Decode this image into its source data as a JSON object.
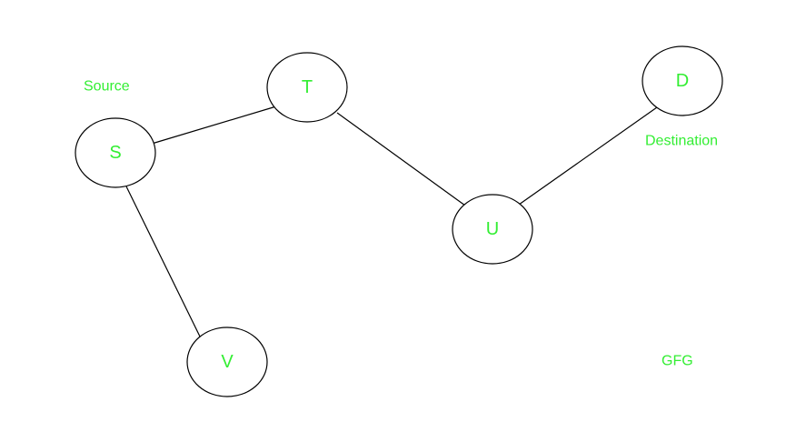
{
  "colors": {
    "label": "#33ee33",
    "stroke": "#000000",
    "background": "#ffffff"
  },
  "nodes": {
    "S": "S",
    "T": "T",
    "U": "U",
    "D": "D",
    "V": "V"
  },
  "edges": [
    [
      "S",
      "T"
    ],
    [
      "T",
      "U"
    ],
    [
      "U",
      "D"
    ],
    [
      "S",
      "V"
    ]
  ],
  "labels": {
    "source": "Source",
    "destination": "Destination",
    "watermark": "GFG"
  }
}
